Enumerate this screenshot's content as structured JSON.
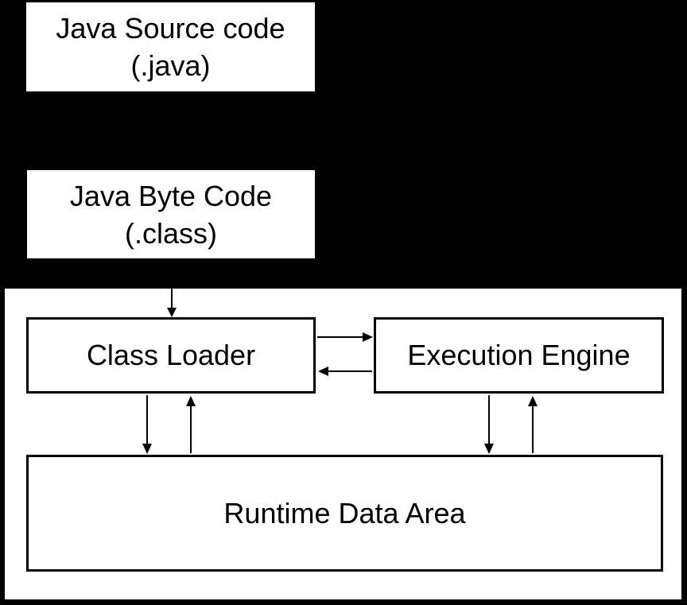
{
  "colors": {
    "background": "#000000",
    "box_fill": "#ffffff",
    "border": "#000000",
    "text": "#000000"
  },
  "diagram": {
    "title_implicit": "Java compilation and JVM architecture flow",
    "source_box": {
      "line1": "Java Source code",
      "line2": "(.java)"
    },
    "bytecode_box": {
      "line1": "Java Byte Code",
      "line2": "(.class)"
    },
    "jvm": {
      "class_loader_label": "Class Loader",
      "execution_engine_label": "Execution Engine",
      "runtime_data_area_label": "Runtime Data Area"
    },
    "edges": [
      {
        "from": "java-byte-code",
        "to": "class-loader",
        "direction": "down"
      },
      {
        "from": "class-loader",
        "to": "execution-engine",
        "direction": "right"
      },
      {
        "from": "execution-engine",
        "to": "class-loader",
        "direction": "left"
      },
      {
        "from": "class-loader",
        "to": "runtime-data-area",
        "direction": "down"
      },
      {
        "from": "runtime-data-area",
        "to": "class-loader",
        "direction": "up"
      },
      {
        "from": "execution-engine",
        "to": "runtime-data-area",
        "direction": "down"
      },
      {
        "from": "runtime-data-area",
        "to": "execution-engine",
        "direction": "up"
      }
    ]
  }
}
